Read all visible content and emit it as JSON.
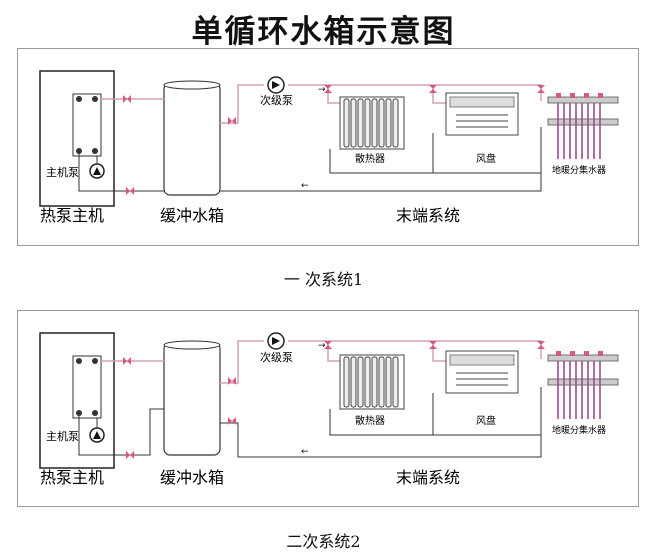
{
  "title": "单循环水箱示意图",
  "systems": [
    {
      "caption": "一 次系统1",
      "labels": {
        "main_pump": "主机泵",
        "secondary_pump": "次级泵",
        "radiator": "散热器",
        "fan_coil": "风盘",
        "manifold": "地暖分集水器",
        "heat_pump_host": "热泵主机",
        "buffer_tank": "缓冲水箱",
        "terminal_system": "末端系统"
      }
    },
    {
      "caption": "二次系统2",
      "labels": {
        "main_pump": "主机泵",
        "secondary_pump": "次级泵",
        "radiator": "散热器",
        "fan_coil": "风盘",
        "manifold": "地暖分集水器",
        "heat_pump_host": "热泵主机",
        "buffer_tank": "缓冲水箱",
        "terminal_system": "末端系统"
      }
    }
  ],
  "colors": {
    "pipe": "#d4a0b4",
    "pipe_return": "#333333",
    "valve": "#d45a82",
    "manifold_loop": "#a04a8a"
  }
}
